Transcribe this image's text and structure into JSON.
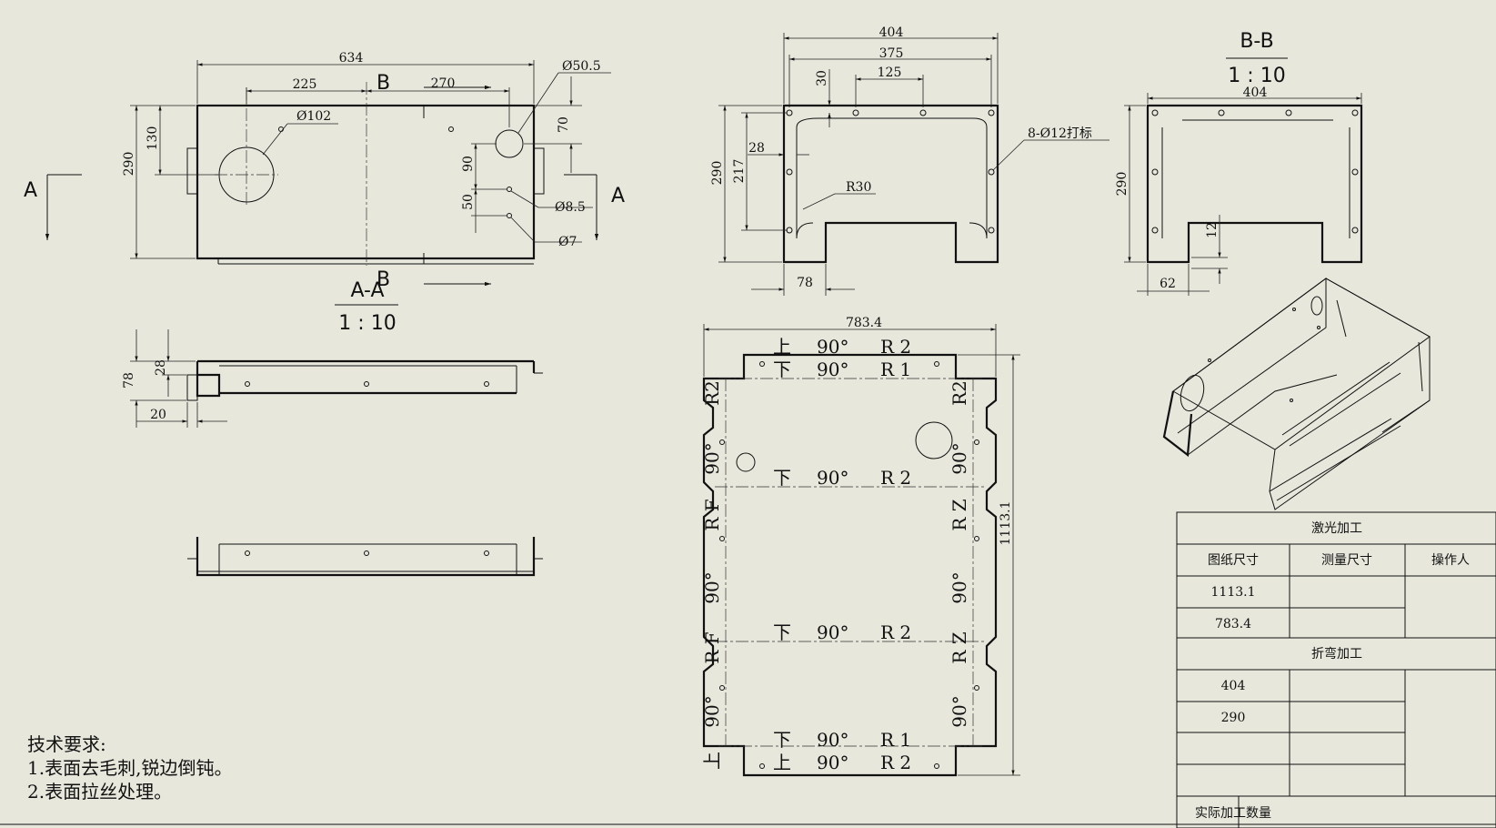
{
  "front_view": {
    "dims": {
      "overall_width": "634",
      "left_offset": "225",
      "right_offset": "270",
      "height": "290",
      "hole_height": "130",
      "big_hole": "Ø102",
      "top_hole": "Ø50.5",
      "dim_70": "70",
      "dim_90": "90",
      "dim_50": "50",
      "hole_85": "Ø8.5",
      "hole_7": "Ø7"
    },
    "section_marks": {
      "a_left": "A",
      "a_right": "A",
      "b_top": "B",
      "b_bottom": "B"
    },
    "section_title": "A-A",
    "section_scale": "1 : 10"
  },
  "side_view": {
    "dims": {
      "d78": "78",
      "d28": "28",
      "d20": "20"
    }
  },
  "end_view": {
    "dims": {
      "overall": "404",
      "inner": "375",
      "hole_spacing": "125",
      "d30": "30",
      "height": "290",
      "d217": "217",
      "d28": "28",
      "d78": "78",
      "radius": "R30",
      "holes_note": "8-Ø12打标"
    }
  },
  "section_bb": {
    "title": "B-B",
    "scale": "1 : 10",
    "dims": {
      "overall": "404",
      "height": "290",
      "d12": "12",
      "d62": "62"
    }
  },
  "flat_pattern": {
    "width": "783.4",
    "height": "1113.1",
    "bends": {
      "top1": {
        "dir": "上",
        "angle": "90°",
        "radius": "R 2"
      },
      "top2": {
        "dir": "下",
        "angle": "90°",
        "radius": "R 1"
      },
      "mid1": {
        "dir": "下",
        "angle": "90°",
        "radius": "R 2"
      },
      "mid2": {
        "dir": "下",
        "angle": "90°",
        "radius": "R 2"
      },
      "bot1": {
        "dir": "下",
        "angle": "90°",
        "radius": "R 1"
      },
      "bot2": {
        "dir": "上",
        "angle": "90°",
        "radius": "R 2"
      }
    },
    "side_r2": "R2",
    "side_90": "90°",
    "side_rf": "R F",
    "side_rz": "R Z",
    "side_up": "上"
  },
  "tech_notes": {
    "title": "技术要求:",
    "items": [
      "1.表面去毛刺,锐边倒钝。",
      "2.表面拉丝处理。"
    ]
  },
  "process_table": {
    "laser_header": "激光加工",
    "col_drawing": "图纸尺寸",
    "col_measured": "测量尺寸",
    "col_operator": "操作人",
    "laser_rows": [
      "1113.1",
      "783.4"
    ],
    "bend_header": "折弯加工",
    "bend_rows": [
      "404",
      "290"
    ],
    "footer": "实际加工数量"
  }
}
